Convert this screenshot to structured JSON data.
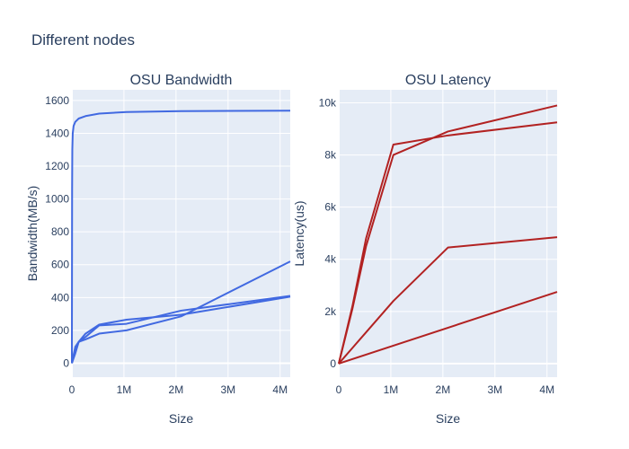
{
  "figure_title": "Different nodes",
  "chart_data": [
    {
      "type": "line",
      "title": "OSU Bandwidth",
      "xlabel": "Size",
      "ylabel": "Bandwidth(MB/s)",
      "xlim": [
        0,
        4194304
      ],
      "ylim": [
        -85,
        1665
      ],
      "x_ticks": [
        {
          "value": 0,
          "label": "0"
        },
        {
          "value": 1000000,
          "label": "1M"
        },
        {
          "value": 2000000,
          "label": "2M"
        },
        {
          "value": 3000000,
          "label": "3M"
        },
        {
          "value": 4000000,
          "label": "4M"
        }
      ],
      "y_ticks": [
        {
          "value": 0,
          "label": "0"
        },
        {
          "value": 200,
          "label": "200"
        },
        {
          "value": 400,
          "label": "400"
        },
        {
          "value": 600,
          "label": "600"
        },
        {
          "value": 800,
          "label": "800"
        },
        {
          "value": 1000,
          "label": "1000"
        },
        {
          "value": 1200,
          "label": "1200"
        },
        {
          "value": 1400,
          "label": "1400"
        },
        {
          "value": 1600,
          "label": "1600"
        }
      ],
      "color": "#4169e1",
      "grid": true,
      "series": [
        {
          "x": [
            1,
            4096,
            8192,
            16384,
            32768,
            65536,
            131072,
            262144,
            524288,
            1048576,
            2097152,
            4194304
          ],
          "y": [
            0,
            1050,
            1300,
            1400,
            1445,
            1470,
            1490,
            1505,
            1520,
            1530,
            1535,
            1538
          ]
        },
        {
          "x": [
            1,
            65536,
            131072,
            262144,
            524288,
            1048576,
            2097152,
            4194304
          ],
          "y": [
            0,
            80,
            130,
            160,
            230,
            240,
            320,
            410
          ]
        },
        {
          "x": [
            1,
            65536,
            131072,
            262144,
            524288,
            1048576,
            2097152,
            4194304
          ],
          "y": [
            0,
            60,
            130,
            180,
            235,
            265,
            295,
            405
          ]
        },
        {
          "x": [
            1,
            65536,
            131072,
            262144,
            524288,
            1048576,
            2097152,
            4194304
          ],
          "y": [
            0,
            100,
            130,
            145,
            180,
            200,
            285,
            620
          ]
        }
      ]
    },
    {
      "type": "line",
      "title": "OSU Latency",
      "xlabel": "Size",
      "ylabel": "Latency(us)",
      "xlim": [
        0,
        4194304
      ],
      "ylim": [
        -520,
        10500
      ],
      "x_ticks": [
        {
          "value": 0,
          "label": "0"
        },
        {
          "value": 1000000,
          "label": "1M"
        },
        {
          "value": 2000000,
          "label": "2M"
        },
        {
          "value": 3000000,
          "label": "3M"
        },
        {
          "value": 4000000,
          "label": "4M"
        }
      ],
      "y_ticks": [
        {
          "value": 0,
          "label": "0"
        },
        {
          "value": 2000,
          "label": "2k"
        },
        {
          "value": 4000,
          "label": "4k"
        },
        {
          "value": 6000,
          "label": "6k"
        },
        {
          "value": 8000,
          "label": "8k"
        },
        {
          "value": 10000,
          "label": "10k"
        }
      ],
      "color": "#b22222",
      "grid": true,
      "series": [
        {
          "x": [
            1,
            262144,
            524288,
            1048576,
            2097152,
            4194304
          ],
          "y": [
            0,
            2200,
            4800,
            8400,
            8750,
            9250
          ]
        },
        {
          "x": [
            1,
            262144,
            524288,
            1048576,
            2097152,
            4194304
          ],
          "y": [
            0,
            2100,
            4500,
            8000,
            8900,
            9900
          ]
        },
        {
          "x": [
            1,
            262144,
            524288,
            1048576,
            2097152,
            4194304
          ],
          "y": [
            0,
            600,
            1200,
            2400,
            4450,
            4850
          ]
        },
        {
          "x": [
            1,
            4194304
          ],
          "y": [
            0,
            2750
          ]
        }
      ]
    }
  ]
}
